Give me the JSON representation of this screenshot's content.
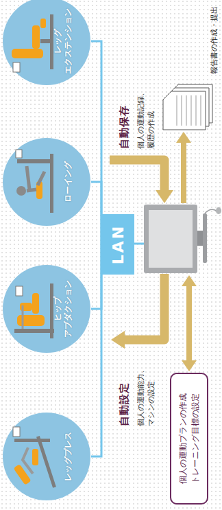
{
  "diagram": {
    "nodes": [
      {
        "text": [
          "レッグプレス"
        ]
      },
      {
        "text": [
          "ヒップ アブダクション"
        ]
      },
      {
        "text": [
          "ローイング"
        ]
      },
      {
        "text": [
          "レッグ エクステンション"
        ]
      },
      {
        "text": [
          "LAN"
        ]
      },
      {
        "text": [
          "個人の運動プランの作成",
          "トレーニング目標の設定"
        ]
      },
      {
        "text": [
          "報告書の作成・提出"
        ]
      }
    ],
    "edges": [
      {
        "from": 0,
        "to": 4,
        "arrow": "none"
      },
      {
        "from": 1,
        "to": 4,
        "arrow": "none"
      },
      {
        "from": 2,
        "to": 4,
        "arrow": "none"
      },
      {
        "from": 3,
        "to": 4,
        "arrow": "none"
      }
    ],
    "labels": [
      "自動設定",
      "個人の運動能力、 マシンの設定",
      "自動保存",
      "個人の運動記録、 履歴の作成"
    ]
  }
}
